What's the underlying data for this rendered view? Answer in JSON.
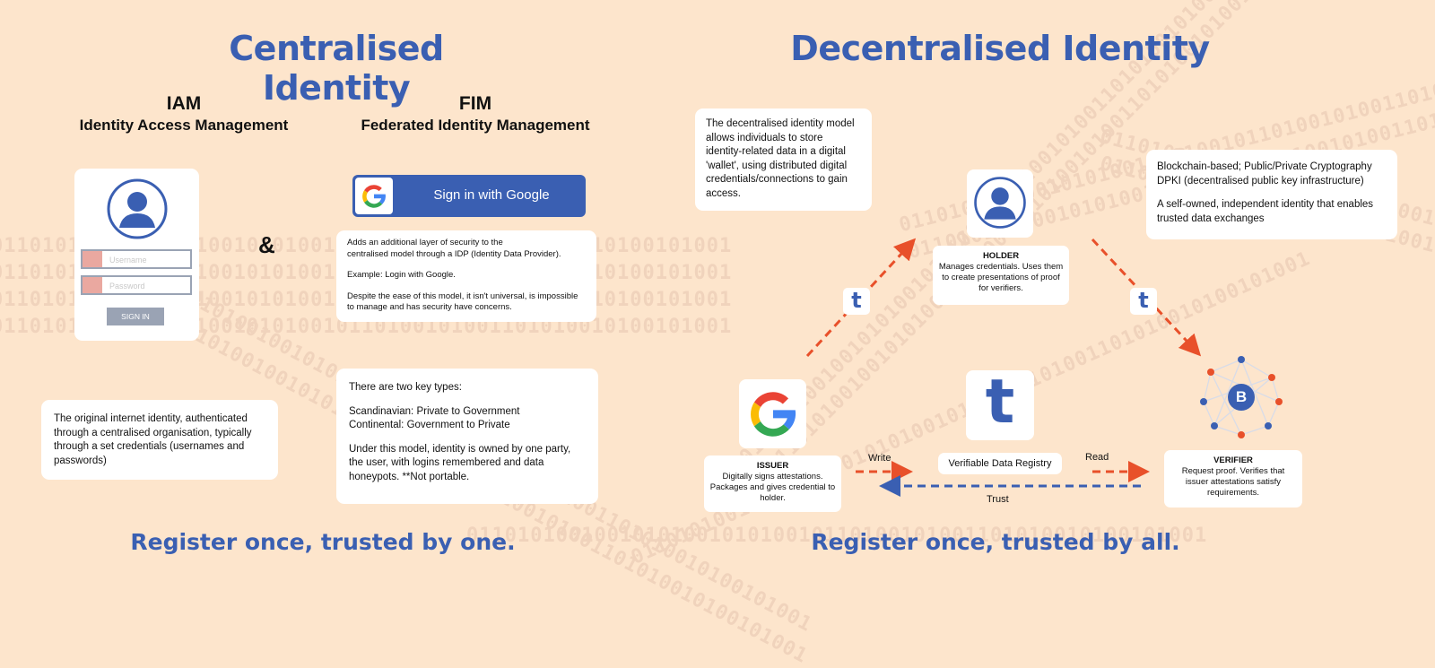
{
  "left": {
    "title": "Centralised Identity",
    "iam": {
      "abbr": "IAM",
      "full": "Identity Access Management"
    },
    "fim": {
      "abbr": "FIM",
      "full": "Federated Identity Management"
    },
    "ampersand": "&",
    "login_form": {
      "username_placeholder": "Username",
      "password_placeholder": "Password",
      "signin_label": "SIGN IN"
    },
    "google_button_label": "Sign in with Google",
    "iam_description": "The original internet identity, authenticated through a centralised organisation, typically through a set credentials (usernames and passwords)",
    "fim_description": [
      "Adds an additional layer of security to the\ncentralised model through a IDP (Identity Data Provider).",
      "Example: Login with Google.",
      "Despite the ease of this model, it isn't universal, is impossible\nto manage and has security have concerns."
    ],
    "key_types": [
      "There are two key types:",
      "Scandinavian: Private to Government\nContinental: Government to Private",
      "Under this model, identity is owned by one party,\nthe user, with logins remembered and data\nhoneypots. **Not portable."
    ],
    "tagline": "Register once, trusted by one."
  },
  "right": {
    "title": "Decentralised Identity",
    "intro": "The decentralised identity model allows individuals to store identity-related data in a digital 'wallet', using distributed digital credentials/connections to gain access.",
    "tech": [
      "Blockchain-based; Public/Private Cryptography\nDPKI (decentralised public key infrastructure)",
      "A self-owned, independent identity that enables\ntrusted data exchanges"
    ],
    "holder": {
      "title": "HOLDER",
      "desc": "Manages credentials. Uses them to create presentations of proof for verifiers."
    },
    "issuer": {
      "title": "ISSUER",
      "desc": "Digitally signs attestations. Packages and gives credential to holder."
    },
    "verifier": {
      "title": "VERIFIER",
      "desc": "Request proof. Verifies that issuer attestations satisfy requirements."
    },
    "registry": {
      "title": "Verifiable Data Registry"
    },
    "edges": {
      "write": "Write",
      "read": "Read",
      "trust": "Trust"
    },
    "badge_letter": "t",
    "verifier_glyph": "B",
    "tagline": "Register once, trusted by all."
  },
  "binary_text": "0110101001001010100101010010110100101001101010010100101001",
  "colors": {
    "background": "#fde5cc",
    "accent_blue": "#3a5fb2",
    "arrow_orange": "#e8502a",
    "binary": "#f0d3bc"
  }
}
